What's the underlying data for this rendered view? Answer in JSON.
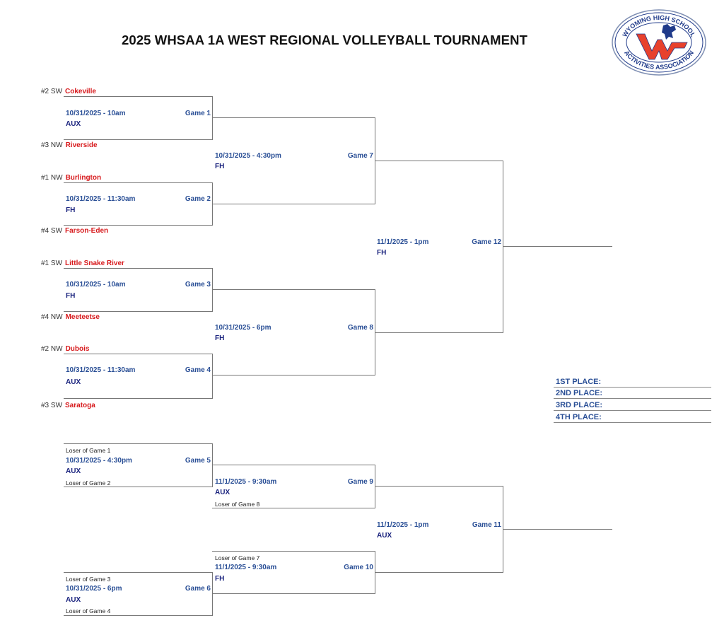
{
  "title": "2025 WHSAA 1A WEST REGIONAL VOLLEYBALL TOURNAMENT",
  "logo": {
    "top_text": "WYOMING HIGH SCHOOL",
    "bottom_text": "ACTIVITIES ASSOCIATION",
    "colors": {
      "red": "#e8412c",
      "blue": "#1f3a8a"
    }
  },
  "seeds": [
    {
      "seed": "#2 SW",
      "team": "Cokeville"
    },
    {
      "seed": "#3 NW",
      "team": "Riverside"
    },
    {
      "seed": "#1 NW",
      "team": "Burlington"
    },
    {
      "seed": "#4 SW",
      "team": "Farson-Eden"
    },
    {
      "seed": "#1 SW",
      "team": "Little Snake River"
    },
    {
      "seed": "#4 NW",
      "team": "Meeteetse"
    },
    {
      "seed": "#2 NW",
      "team": "Dubois"
    },
    {
      "seed": "#3 SW",
      "team": "Saratoga"
    }
  ],
  "games": {
    "g1": {
      "label": "Game 1",
      "date": "10/31/2025 - 10am",
      "venue": "AUX"
    },
    "g2": {
      "label": "Game 2",
      "date": "10/31/2025 - 11:30am",
      "venue": "FH"
    },
    "g3": {
      "label": "Game 3",
      "date": "10/31/2025 - 10am",
      "venue": "FH"
    },
    "g4": {
      "label": "Game 4",
      "date": "10/31/2025 - 11:30am",
      "venue": "AUX"
    },
    "g5": {
      "label": "Game 5",
      "date": "10/31/2025 - 4:30pm",
      "venue": "AUX",
      "top": "Loser of Game 1",
      "bottom": "Loser of Game 2"
    },
    "g6": {
      "label": "Game 6",
      "date": "10/31/2025 - 6pm",
      "venue": "AUX",
      "top": "Loser of Game 3",
      "bottom": "Loser of Game 4"
    },
    "g7": {
      "label": "Game 7",
      "date": "10/31/2025 - 4:30pm",
      "venue": "FH"
    },
    "g8": {
      "label": "Game 8",
      "date": "10/31/2025 - 6pm",
      "venue": "FH"
    },
    "g9": {
      "label": "Game 9",
      "date": "11/1/2025 - 9:30am",
      "venue": "AUX",
      "bottom": "Loser of Game 8"
    },
    "g10": {
      "label": "Game 10",
      "date": "11/1/2025 - 9:30am",
      "venue": "FH",
      "top": "Loser of Game 7"
    },
    "g11": {
      "label": "Game 11",
      "date": "11/1/2025 - 1pm",
      "venue": "AUX"
    },
    "g12": {
      "label": "Game 12",
      "date": "11/1/2025 - 1pm",
      "venue": "FH"
    }
  },
  "places": [
    "1ST PLACE:",
    "2ND PLACE:",
    "3RD PLACE:",
    "4TH PLACE:"
  ]
}
